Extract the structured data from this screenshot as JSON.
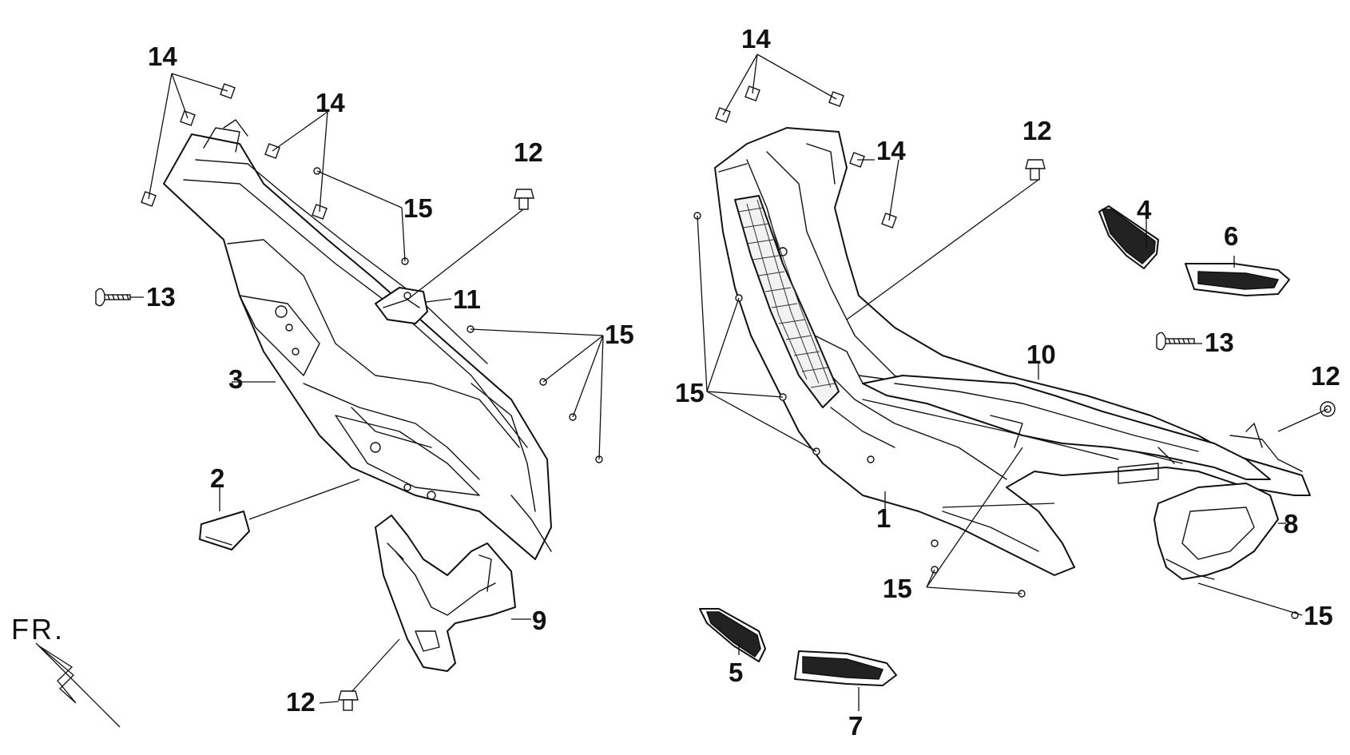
{
  "callouts": {
    "c14a": "14",
    "c14b": "14",
    "c14c": "14",
    "c14d": "14",
    "c15a": "15",
    "c15b": "15",
    "c15c": "15",
    "c15d": "15",
    "c15e": "15",
    "c12a": "12",
    "c12b": "12",
    "c12c": "12",
    "c12d": "12",
    "c13a": "13",
    "c13b": "13",
    "c11": "11",
    "c3": "3",
    "c2": "2",
    "c9": "9",
    "c10": "10",
    "c1": "1",
    "c4": "4",
    "c6": "6",
    "c8": "8",
    "c5": "5",
    "c7": "7"
  },
  "orientation": {
    "label": "FR."
  }
}
